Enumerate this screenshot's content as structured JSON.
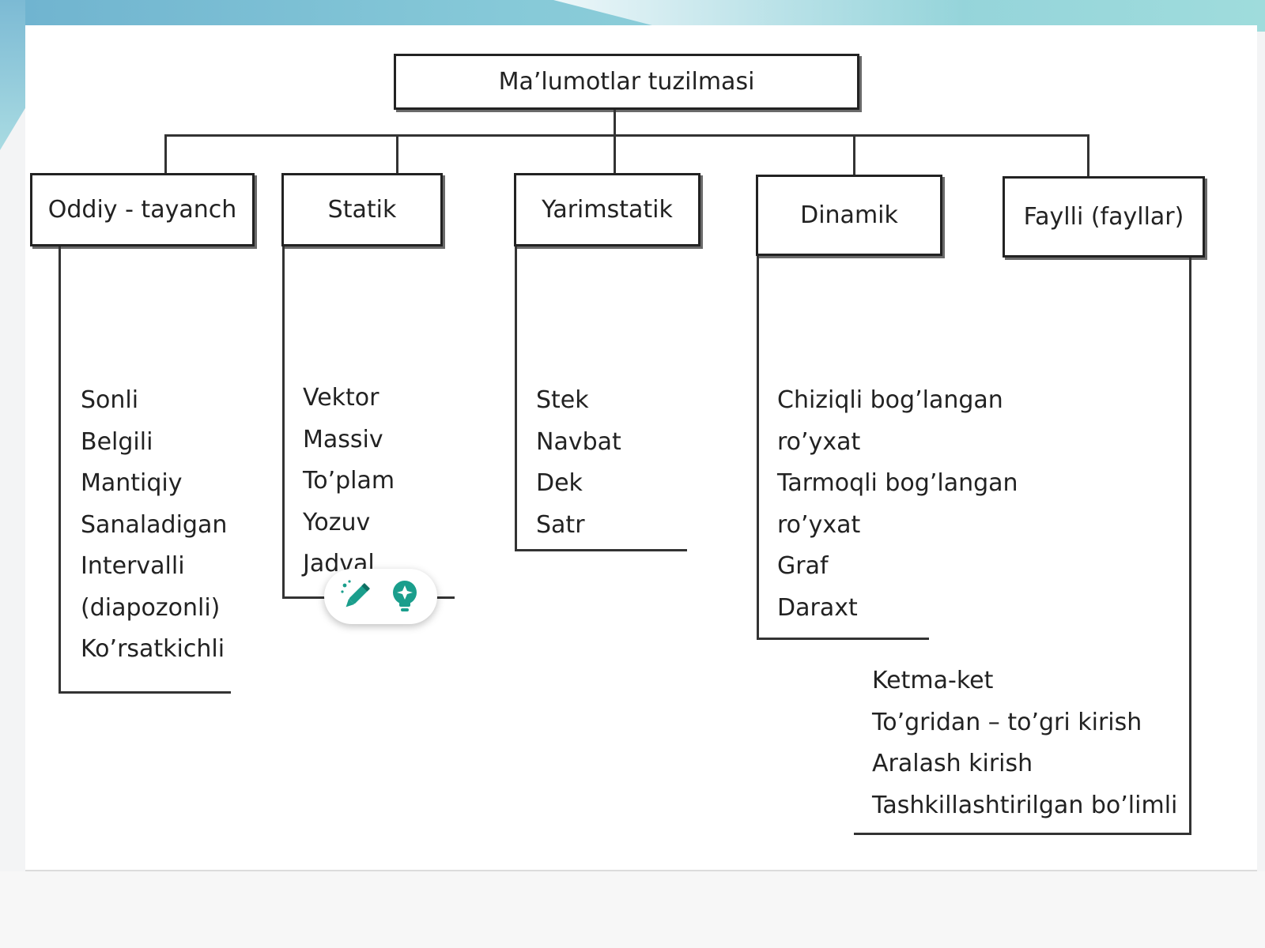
{
  "diagram": {
    "root": "Ma’lumotlar tuzilmasi",
    "categories": [
      {
        "id": "oddiy",
        "title": "Oddiy - tayanch",
        "items": [
          "Sonli",
          "Belgili",
          "Mantiqiy",
          "Sanaladigan",
          "Intervalli",
          "(diapozonli)",
          "Ko’rsatkichli"
        ]
      },
      {
        "id": "statik",
        "title": "Statik",
        "items": [
          "Vektor",
          "Massiv",
          "To’plam",
          "Yozuv",
          "Jadval"
        ]
      },
      {
        "id": "yarimstatik",
        "title": "Yarimstatik",
        "items": [
          "Stek",
          "Navbat",
          "Dek",
          "Satr"
        ]
      },
      {
        "id": "dinamik",
        "title": "Dinamik",
        "items": [
          "Chiziqli bog’langan",
          "ro’yxat",
          "Tarmoqli bog’langan",
          "ro’yxat",
          "Graf",
          "Daraxt"
        ]
      },
      {
        "id": "fayl",
        "title": "Faylli (fayllar)",
        "items": [
          "Ketma-ket",
          "To’gridan – to’gri kirish",
          "Aralash kirish",
          "Tashkillashtirilgan bo’limli"
        ]
      }
    ]
  },
  "toolbar": {
    "buttons": [
      {
        "icon": "magic-pencil-icon"
      },
      {
        "icon": "lightbulb-icon"
      }
    ]
  },
  "colors": {
    "accent": "#1a9e8c",
    "frame_top": "#86c9d8"
  }
}
